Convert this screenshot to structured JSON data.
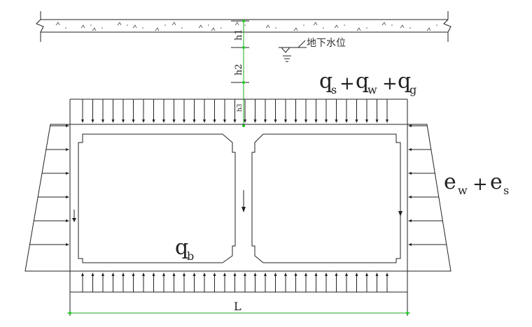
{
  "labels": {
    "groundwater": "地下水位",
    "h1": "h1",
    "h2": "h2",
    "h3": "h3",
    "top_load_q": "q",
    "top_load_s": "s",
    "top_load_w": "w",
    "top_load_g": "g",
    "plus": "+",
    "side_e": "e",
    "side_w": "w",
    "side_s": "s",
    "bottom_q": "q",
    "bottom_b": "b",
    "span": "L"
  },
  "colors": {
    "line": "#222222",
    "dimension_point": "#22cc22"
  }
}
